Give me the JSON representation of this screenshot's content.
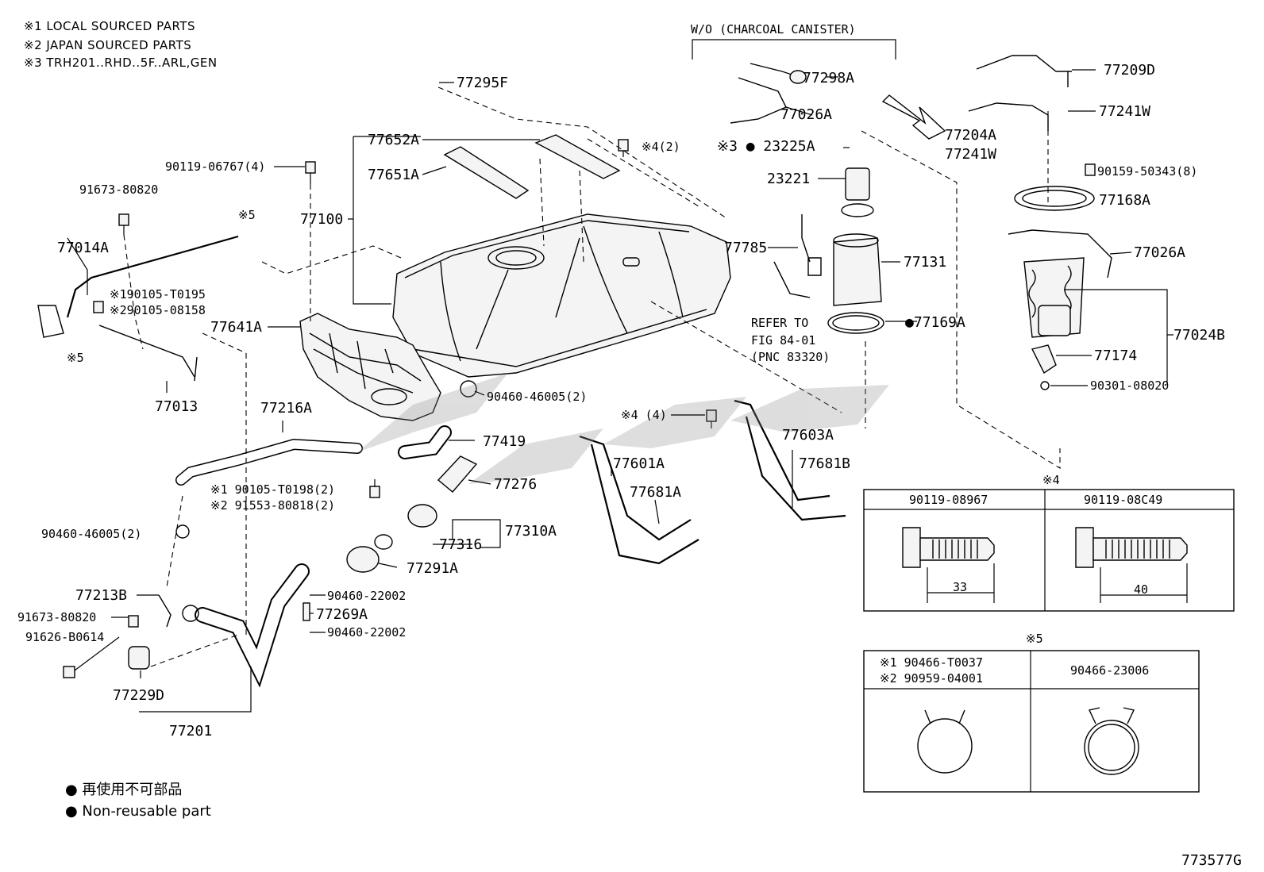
{
  "notes": [
    "※1 LOCAL SOURCED PARTS",
    "※2 JAPAN SOURCED PARTS",
    "※3 TRH201..RHD..5F..ARL,GEN"
  ],
  "variant_label": "W/O (CHARCOAL CANISTER)",
  "parts": {
    "p77295F": "77295F",
    "p77652A": "77652A",
    "p77651A": "77651A",
    "p77100": "77100",
    "p90119_06767": "90119-06767(4)",
    "p91673_80820a": "91673-80820",
    "x5a": "※5",
    "p77014A": "77014A",
    "p190105": "※190105-T0195",
    "p290105": "※290105-08158",
    "x5b": "※5",
    "p77013": "77013",
    "p77641A": "77641A",
    "x4top": "※4(2)",
    "p77298A": "77298A",
    "p77026A_top": "77026A",
    "p23225A": "※3 ● 23225A",
    "p23221": "23221",
    "p77785": "77785",
    "p77131": "77131",
    "p77169A": "●77169A",
    "refer1": "REFER TO",
    "refer2": "FIG 84-01",
    "refer3": "(PNC 83320)",
    "p77209D": "77209D",
    "p77241W_a": "77241W",
    "p77204A": "77204A",
    "p77241W_b": "77241W",
    "p90159": "90159-50343(8)",
    "p77168A": "77168A",
    "p77026A_r": "77026A",
    "p77024B": "77024B",
    "p77174": "77174",
    "p90301": "90301-08020",
    "p77216A": "77216A",
    "p90460_46005_a": "90460-46005(2)",
    "p77419": "77419",
    "p77276": "77276",
    "p1_90105": "※1 90105-T0198(2)",
    "p2_91553": "※2 91553-80818(2)",
    "p90460_46005_b": "90460-46005(2)",
    "p77316": "77316",
    "p77310A": "77310A",
    "p77291A": "77291A",
    "p77213B": "77213B",
    "p91673_80820b": "91673-80820",
    "p91626": "91626-B0614",
    "p77229D": "77229D",
    "p90460_22002_a": "90460-22002",
    "p77269A": "77269A",
    "p90460_22002_b": "90460-22002",
    "p77201": "77201",
    "x4mid": "※4 (4)",
    "p77603A": "77603A",
    "p77681B": "77681B",
    "p77601A": "77601A",
    "p77681A": "77681A"
  },
  "table4": {
    "title": "※4",
    "col1": "90119-08967",
    "col2": "90119-08C49",
    "dim1": "33",
    "dim2": "40"
  },
  "table5": {
    "title": "※5",
    "left1": "※1 90466-T0037",
    "left2": "※2 90959-04001",
    "right": "90466-23006"
  },
  "legend": {
    "l1": "● 再使用不可部品",
    "l2": "● Non-reusable part"
  },
  "figure_id": "773577G"
}
